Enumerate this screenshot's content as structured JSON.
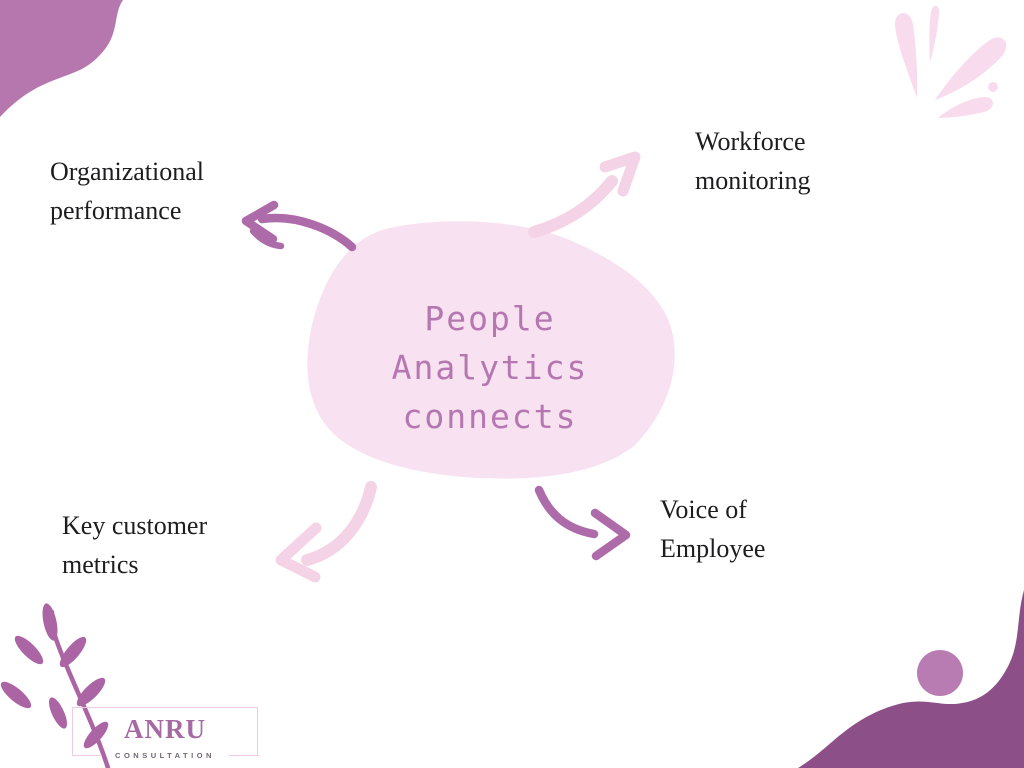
{
  "title": "People Analytics connects",
  "center": {
    "lines": [
      "People",
      "Analytics",
      "connects"
    ]
  },
  "branches": [
    {
      "label": "Organizational performance",
      "lines": [
        "Organizational",
        "performance"
      ],
      "position": "top-left",
      "arrow_style": "purple"
    },
    {
      "label": "Workforce monitoring",
      "lines": [
        "Workforce",
        "monitoring"
      ],
      "position": "top-right",
      "arrow_style": "pink"
    },
    {
      "label": "Key customer metrics",
      "lines": [
        "Key customer",
        "metrics"
      ],
      "position": "bottom-left",
      "arrow_style": "pink"
    },
    {
      "label": "Voice of Employee",
      "lines": [
        "Voice of",
        "Employee"
      ],
      "position": "bottom-right",
      "arrow_style": "purple"
    }
  ],
  "logo": {
    "name": "ANRU",
    "subtitle": "CONSULTATION"
  },
  "colors": {
    "background": "#ffffff",
    "corner_light": "#b577ad",
    "corner_dark": "#8d4f88",
    "accent_circle": "#b97cb2",
    "branch_leaf": "#ab64a4",
    "center_blob": "#f8e1f1",
    "splash": "#f8dcee",
    "arrow_pink": "#f5d3e7",
    "arrow_purple": "#ae6ba9",
    "center_text": "#b577af",
    "label_text": "#1d1d1f",
    "logo_frame": "#eecbe3",
    "logo_name": "#a56aa3",
    "logo_subtitle": "#6e6673"
  }
}
